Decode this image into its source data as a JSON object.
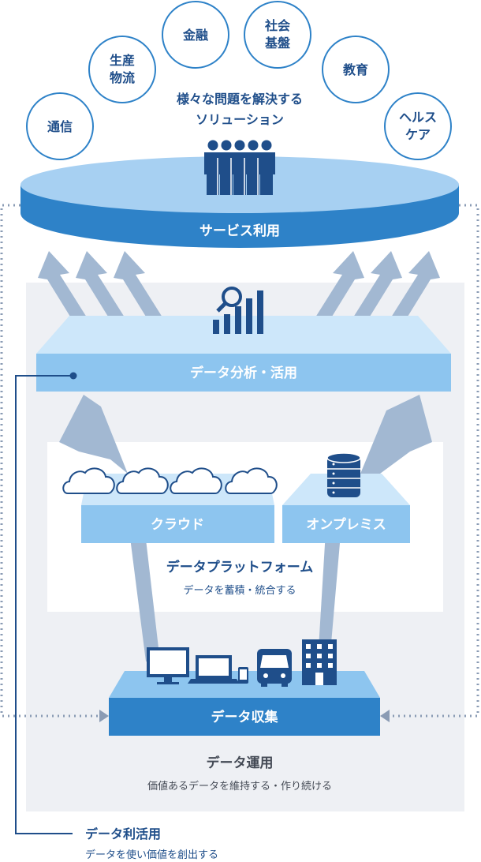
{
  "domains": [
    {
      "lines": [
        "通信"
      ]
    },
    {
      "lines": [
        "生産",
        "物流"
      ]
    },
    {
      "lines": [
        "金融"
      ]
    },
    {
      "lines": [
        "社会",
        "基盤"
      ]
    },
    {
      "lines": [
        "教育"
      ]
    },
    {
      "lines": [
        "ヘルス",
        "ケア"
      ]
    }
  ],
  "solutions": {
    "line1": "様々な問題を解決する",
    "line2": "ソリューション"
  },
  "service": {
    "label": "サービス利用"
  },
  "analysis": {
    "label": "データ分析・活用"
  },
  "cloud": {
    "label": "クラウド"
  },
  "onpremise": {
    "label": "オンプレミス"
  },
  "platform": {
    "title": "データプラットフォーム",
    "subtitle": "データを蓄積・統合する"
  },
  "collection": {
    "label": "データ収集"
  },
  "operation": {
    "title": "データ運用",
    "subtitle": "価値あるデータを維持する・作り続ける"
  },
  "utilization": {
    "title": "データ利活用",
    "subtitle": "データを使い価値を創出する"
  },
  "colors": {
    "dark_blue": "#2e82c8",
    "light_blue": "#8dc5ef",
    "arrow": "#a2b8d2",
    "text_blue": "#1f4e8a",
    "panel_gray": "#eef0f4"
  }
}
